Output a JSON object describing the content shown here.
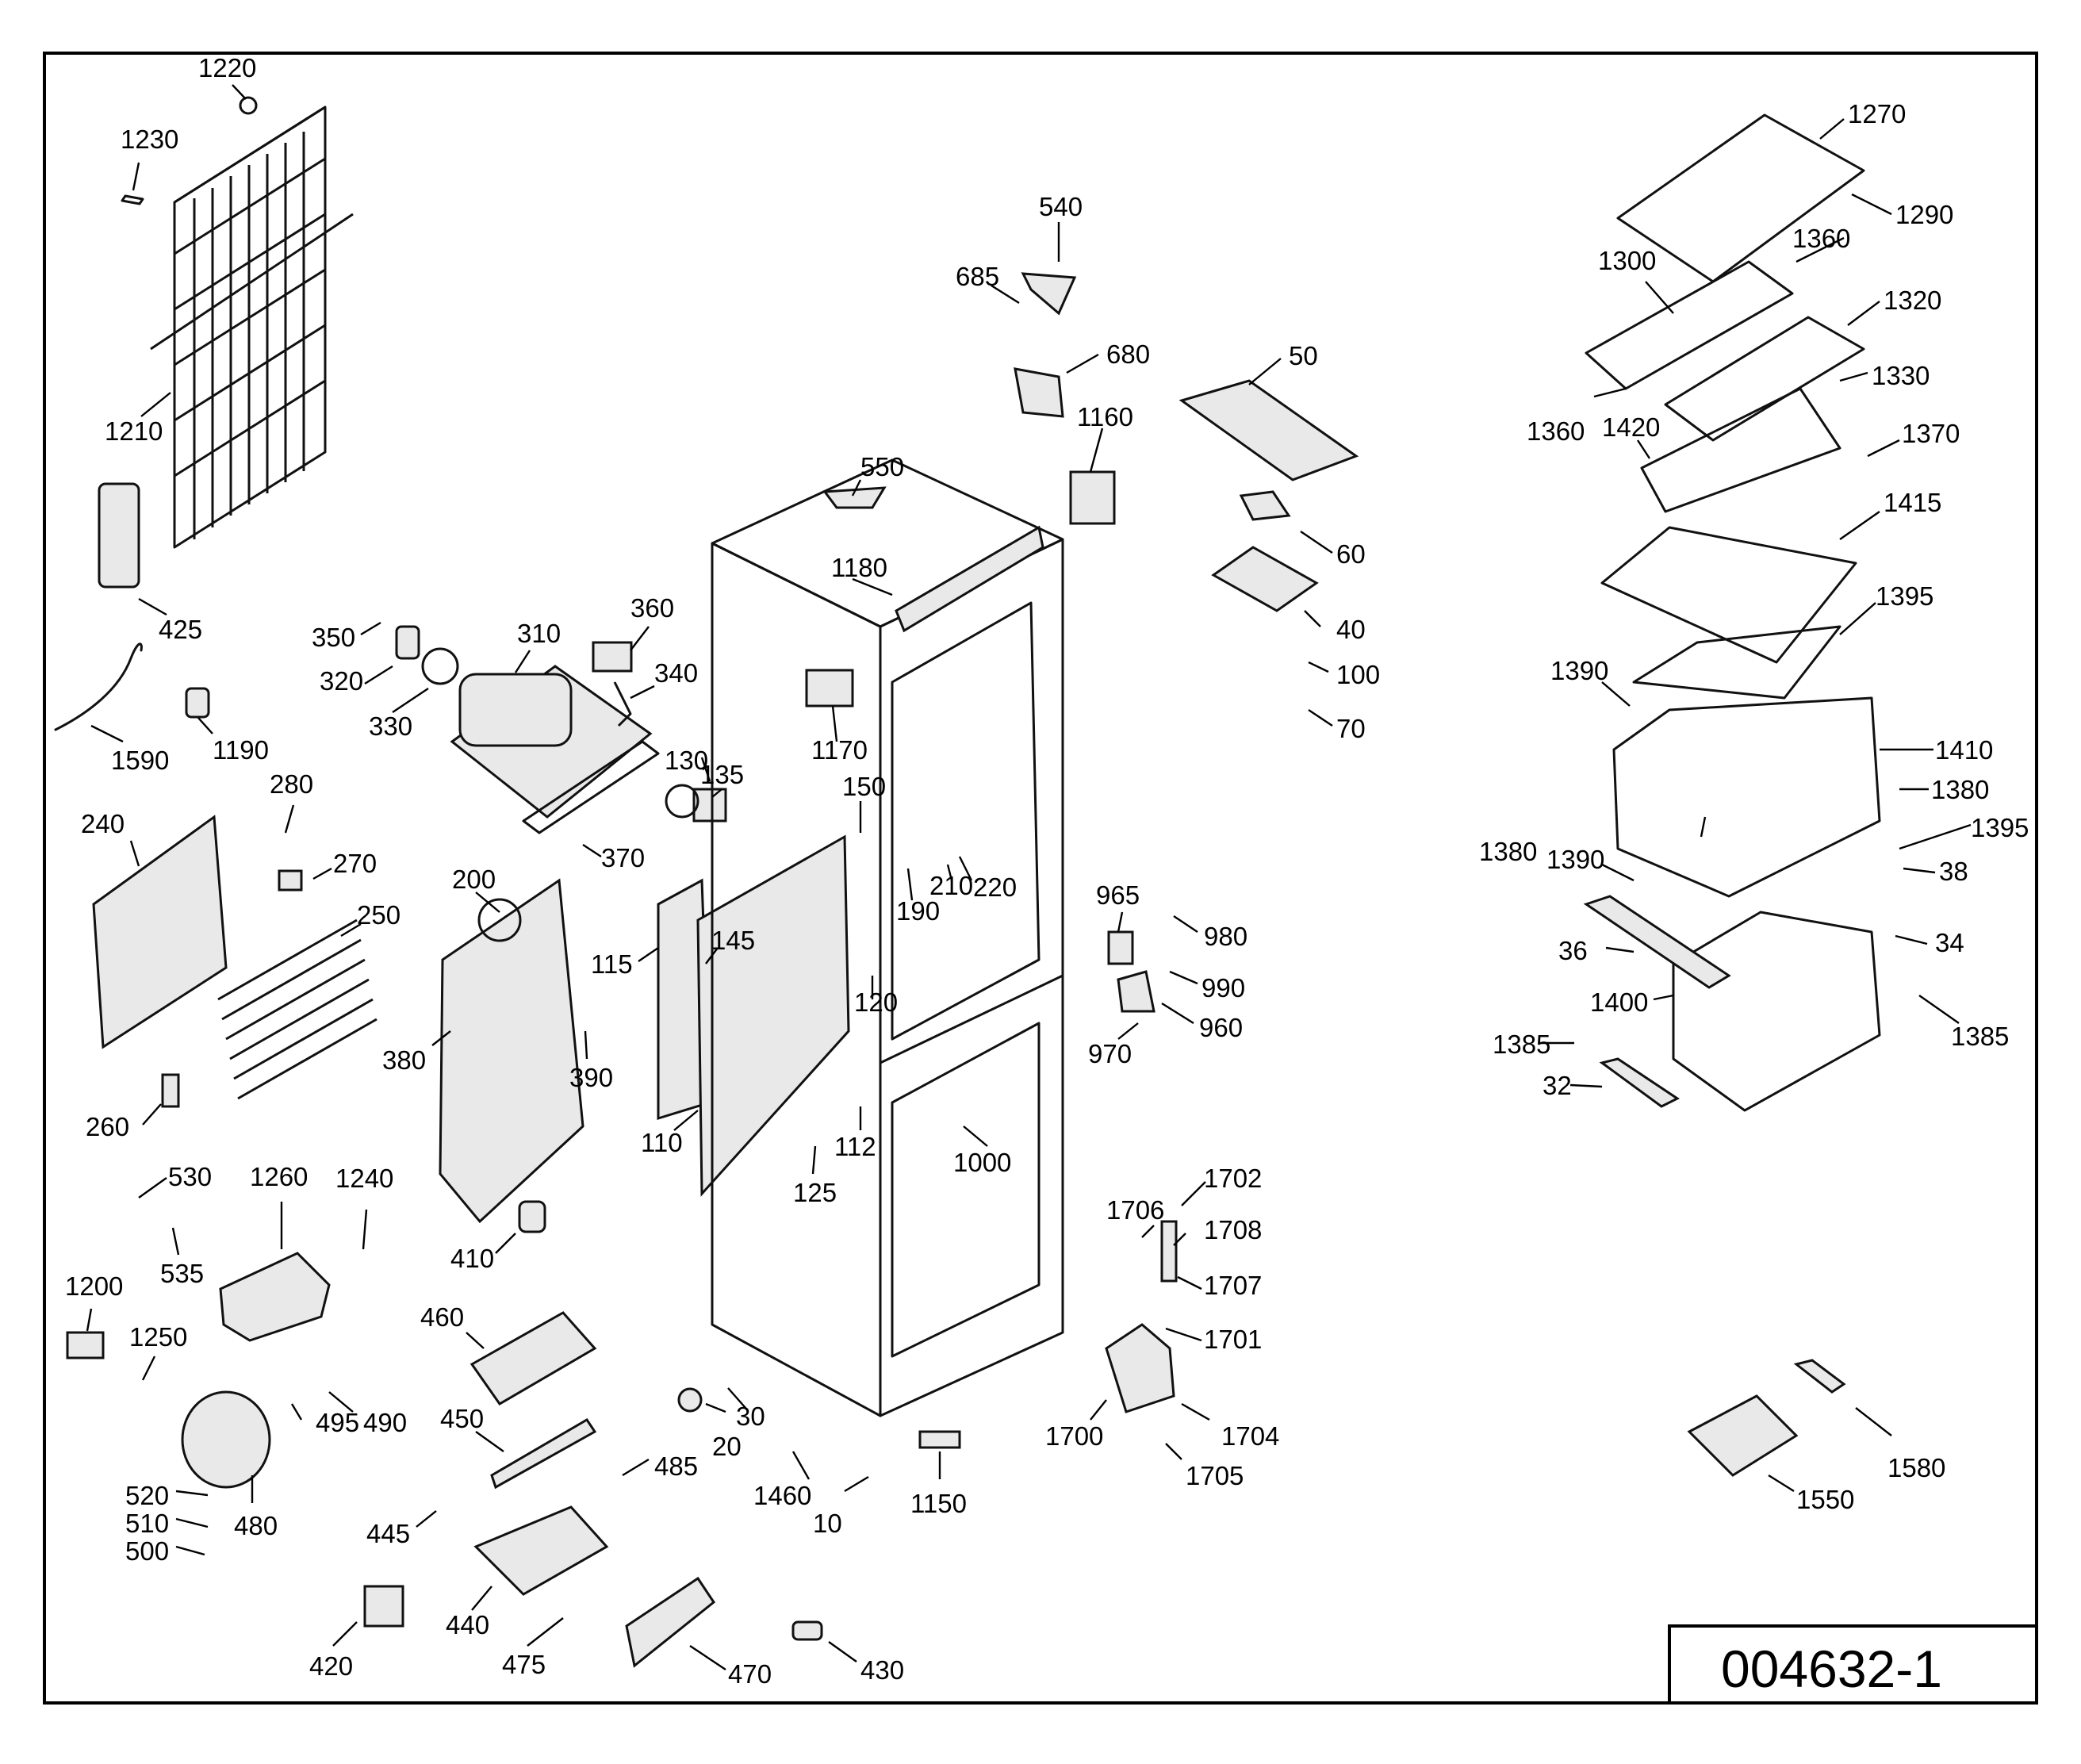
{
  "document_number": "004632-1",
  "labels": [
    "1220",
    "1230",
    "1210",
    "425",
    "1590",
    "1190",
    "350",
    "320",
    "330",
    "310",
    "360",
    "340",
    "280",
    "270",
    "240",
    "250",
    "260",
    "370",
    "200",
    "380",
    "390",
    "410",
    "130",
    "135",
    "115",
    "145",
    "110",
    "120",
    "150",
    "190",
    "210",
    "220",
    "125",
    "112",
    "1170",
    "1180",
    "550",
    "540",
    "685",
    "680",
    "1160",
    "50",
    "60",
    "40",
    "100",
    "70",
    "965",
    "980",
    "990",
    "960",
    "970",
    "1000",
    "1150",
    "10",
    "1460",
    "30",
    "20",
    "1702",
    "1706",
    "1708",
    "1707",
    "1701",
    "1704",
    "1705",
    "1700",
    "530",
    "535",
    "1260",
    "1240",
    "1200",
    "1250",
    "495",
    "490",
    "480",
    "520",
    "510",
    "500",
    "460",
    "450",
    "485",
    "445",
    "440",
    "420",
    "475",
    "470",
    "430",
    "1270",
    "1290",
    "1300",
    "1360",
    "1320",
    "1330",
    "1420",
    "1370",
    "1415",
    "1395",
    "1390",
    "1410",
    "1380",
    "38",
    "34",
    "36",
    "1400",
    "1385",
    "32",
    "1580",
    "1550"
  ]
}
